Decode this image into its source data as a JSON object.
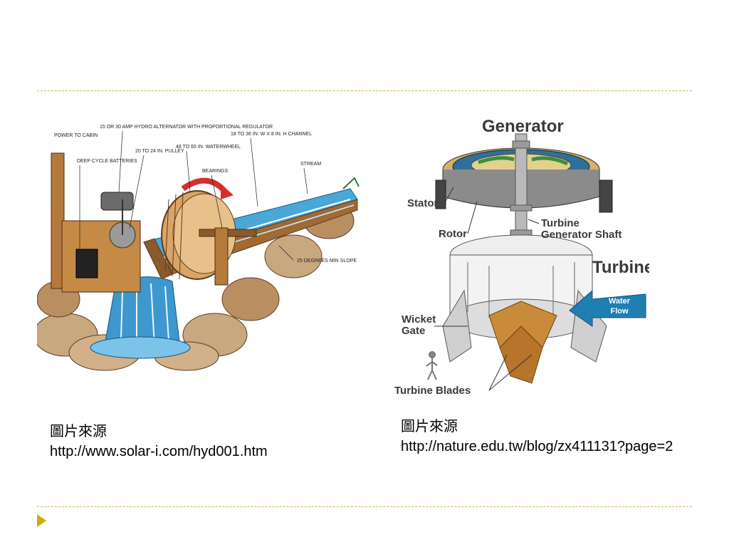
{
  "slide": {
    "left_caption": {
      "heading": "圖片來源",
      "url": "http://www.solar-i.com/hyd001.htm"
    },
    "right_caption": {
      "heading": "圖片來源",
      "url": "http://nature.edu.tw/blog/zx411131?page=2"
    }
  },
  "left_figure": {
    "labels": {
      "power": "POWER TO CABIN",
      "batteries": "DEEP CYCLE BATTERIES",
      "alternator": "15 OR 30 AMP HYDRO ALTERNATOR WITH PROPORTIONAL REGULATOR",
      "pulley": "20 TO 24 IN. PULLEY",
      "wheel": "48 TO 65 IN. WATERWHEEL",
      "bearings": "BEARINGS",
      "channel": "18 TO 36 IN. W X 8 IN. H CHANNEL",
      "stream": "STREAM",
      "slope": "25 DEGREES MIN SLOPE"
    }
  },
  "right_figure": {
    "labels": {
      "generator": "Generator",
      "stator": "Stator",
      "rotor": "Rotor",
      "shaft": "Turbine Generator Shaft",
      "turbine": "Turbine",
      "water_flow": "Water Flow",
      "wicket_gate": "Wicket Gate",
      "blades": "Turbine Blades"
    }
  },
  "colors": {
    "rule": "#c9b25a",
    "bullet": "#c9b000",
    "water_arrow": "#1f7fb3",
    "runner": "#c98a3a"
  }
}
